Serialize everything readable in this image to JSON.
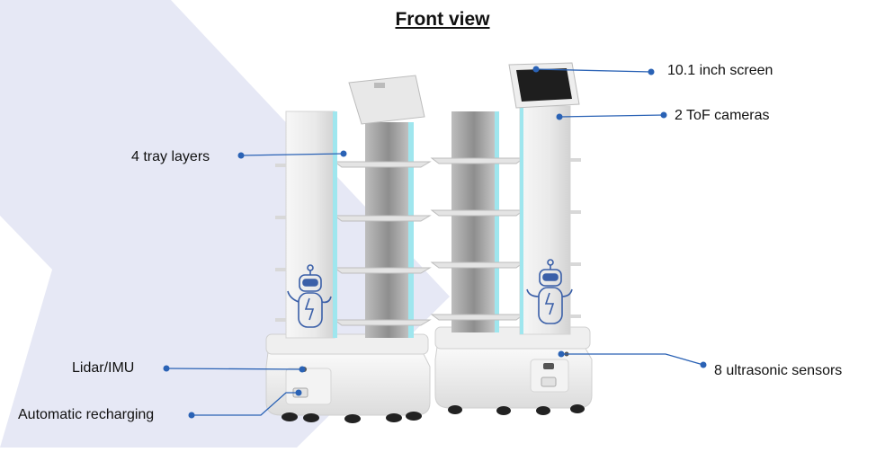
{
  "title": "Front view",
  "callouts": {
    "screen": "10.1 inch screen",
    "tof": "2 ToF cameras",
    "trays": "4 tray layers",
    "lidar": "Lidar/IMU",
    "ultrasonic": "8 ultrasonic sensors",
    "recharging": "Automatic recharging"
  },
  "colors": {
    "background_shape": "#e6e8f5",
    "leader_line": "#2a62b5",
    "robot_body": "#f4f4f4",
    "accent_light": "#9fe6ee"
  }
}
